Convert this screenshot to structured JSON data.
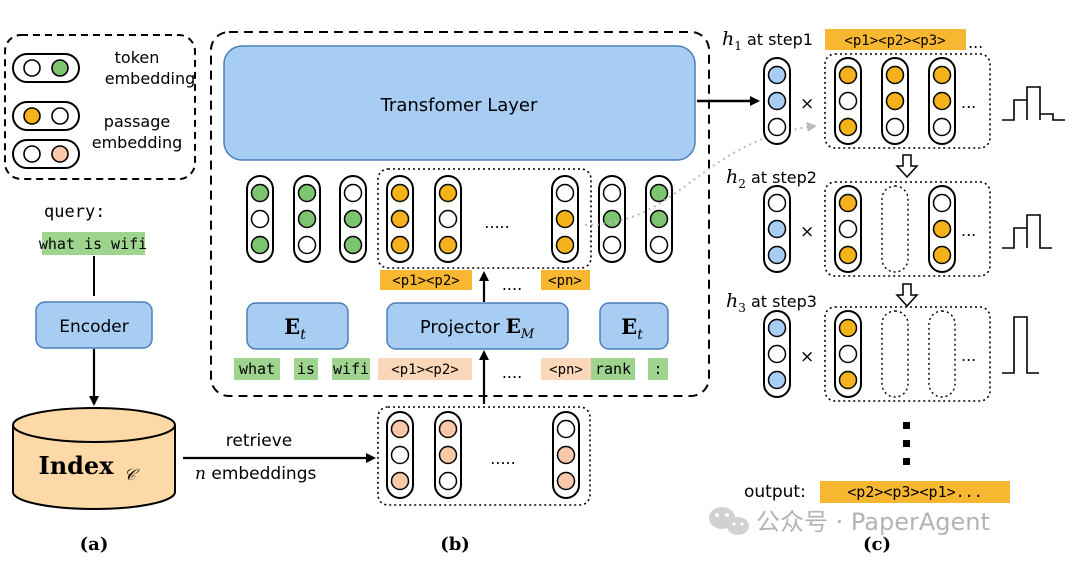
{
  "legend": {
    "token_line1": "token",
    "token_line2": "embedding",
    "passage_line1": "passage",
    "passage_line2": "embedding"
  },
  "panel_a": {
    "query_label": "query:",
    "query_text": "what is wifi",
    "encoder_label": "Encoder",
    "index_label": "Index",
    "index_sub": "𝒞",
    "retrieve_label": "retrieve",
    "n_label": "n",
    "embeddings_label": " embeddings",
    "caption": "(a)"
  },
  "panel_b": {
    "transformer_label": "Transfomer Layer",
    "et_left": "E",
    "et_left_sub": "t",
    "projector_label": "Projector ",
    "projector_math": "E",
    "projector_sub": "M",
    "et_right": "E",
    "et_right_sub": "t",
    "ptags": [
      "<p1>",
      "<p2>",
      "<pn>"
    ],
    "dots": ".....",
    "dots_lower": "....",
    "input_tokens": [
      "what",
      "is",
      "wifi",
      "<p1><p2>",
      "<pn>",
      "rank",
      ":"
    ],
    "caption": "(b)"
  },
  "panel_c": {
    "step1_h": "h",
    "step1_sub": "1",
    "step1_at": " at step1",
    "step1_tags": "<p1><p2><p3>",
    "step1_dots": "...",
    "step2_h": "h",
    "step2_sub": "2",
    "step2_at": " at step2",
    "step3_h": "h",
    "step3_sub": "3",
    "step3_at": " at step3",
    "times": "×",
    "ellipsis": "...",
    "output_label": "output:",
    "output_tags": "<p2><p3><p1>...",
    "caption": "(c)"
  },
  "watermark": {
    "text": "公众号 · PaperAgent"
  },
  "colors": {
    "blue_box": "#a8cdf3",
    "blue_circle": "#a8cdf3",
    "green_circle": "#7cc46f",
    "green_text_bg": "#9fd48f",
    "yellow_circle": "#f5b21b",
    "yellow_tag_bg": "#f7b731",
    "peach_circle": "#f9c8a8",
    "peach_tag_bg": "#f9d7b8",
    "index_fill": "#fcd9a6"
  }
}
